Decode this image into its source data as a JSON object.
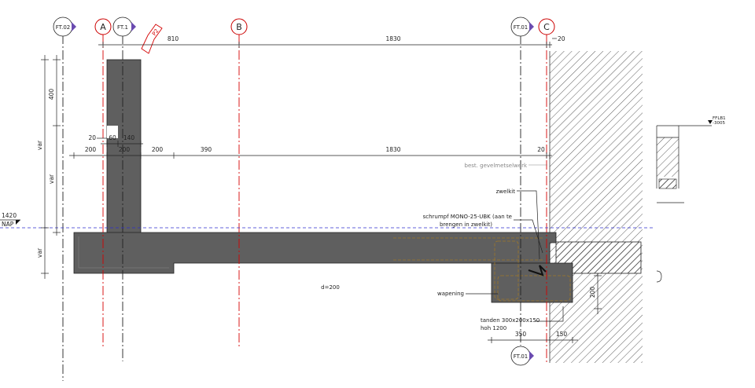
{
  "grid": {
    "a": "A",
    "b": "B",
    "c": "C"
  },
  "ft_markers": {
    "ft02": "FT.02",
    "ft1": "FT.1",
    "ft01_top": "FT.01",
    "ft01_bottom": "FT.01"
  },
  "section_mark": "P2",
  "dims_top": {
    "d810": "810",
    "d1830": "1830",
    "d20": "20"
  },
  "dims_mid": {
    "d20": "20",
    "d60": "60",
    "d140": "140",
    "d200a": "200",
    "d200b": "200",
    "d200c": "200",
    "d390": "390",
    "d1830": "1830",
    "d20b": "20"
  },
  "dims_left": {
    "d400": "400",
    "var1": "var",
    "var2": "var",
    "var3": "var"
  },
  "level": {
    "value": "1420",
    "label": "NAP"
  },
  "labels": {
    "gevel": "best. gevelmetselwerk",
    "zwelkit": "zwelkit",
    "schrumpf1": "schrumpf MONO-25-UBK (aan te",
    "schrumpf2": "brengen in zwelkit)",
    "d200": "d=200",
    "wapening": "wapening",
    "tanden1": "tanden 300x200x150",
    "tanden2": "hoh 1200",
    "d350": "350",
    "d150": "150",
    "d200v": "200"
  },
  "detail": {
    "code": "FFLB1",
    "value": "-3005"
  },
  "colors": {
    "concrete": "#5f5f5f",
    "axis": "#d40000",
    "nap": "#2f2fd0"
  }
}
